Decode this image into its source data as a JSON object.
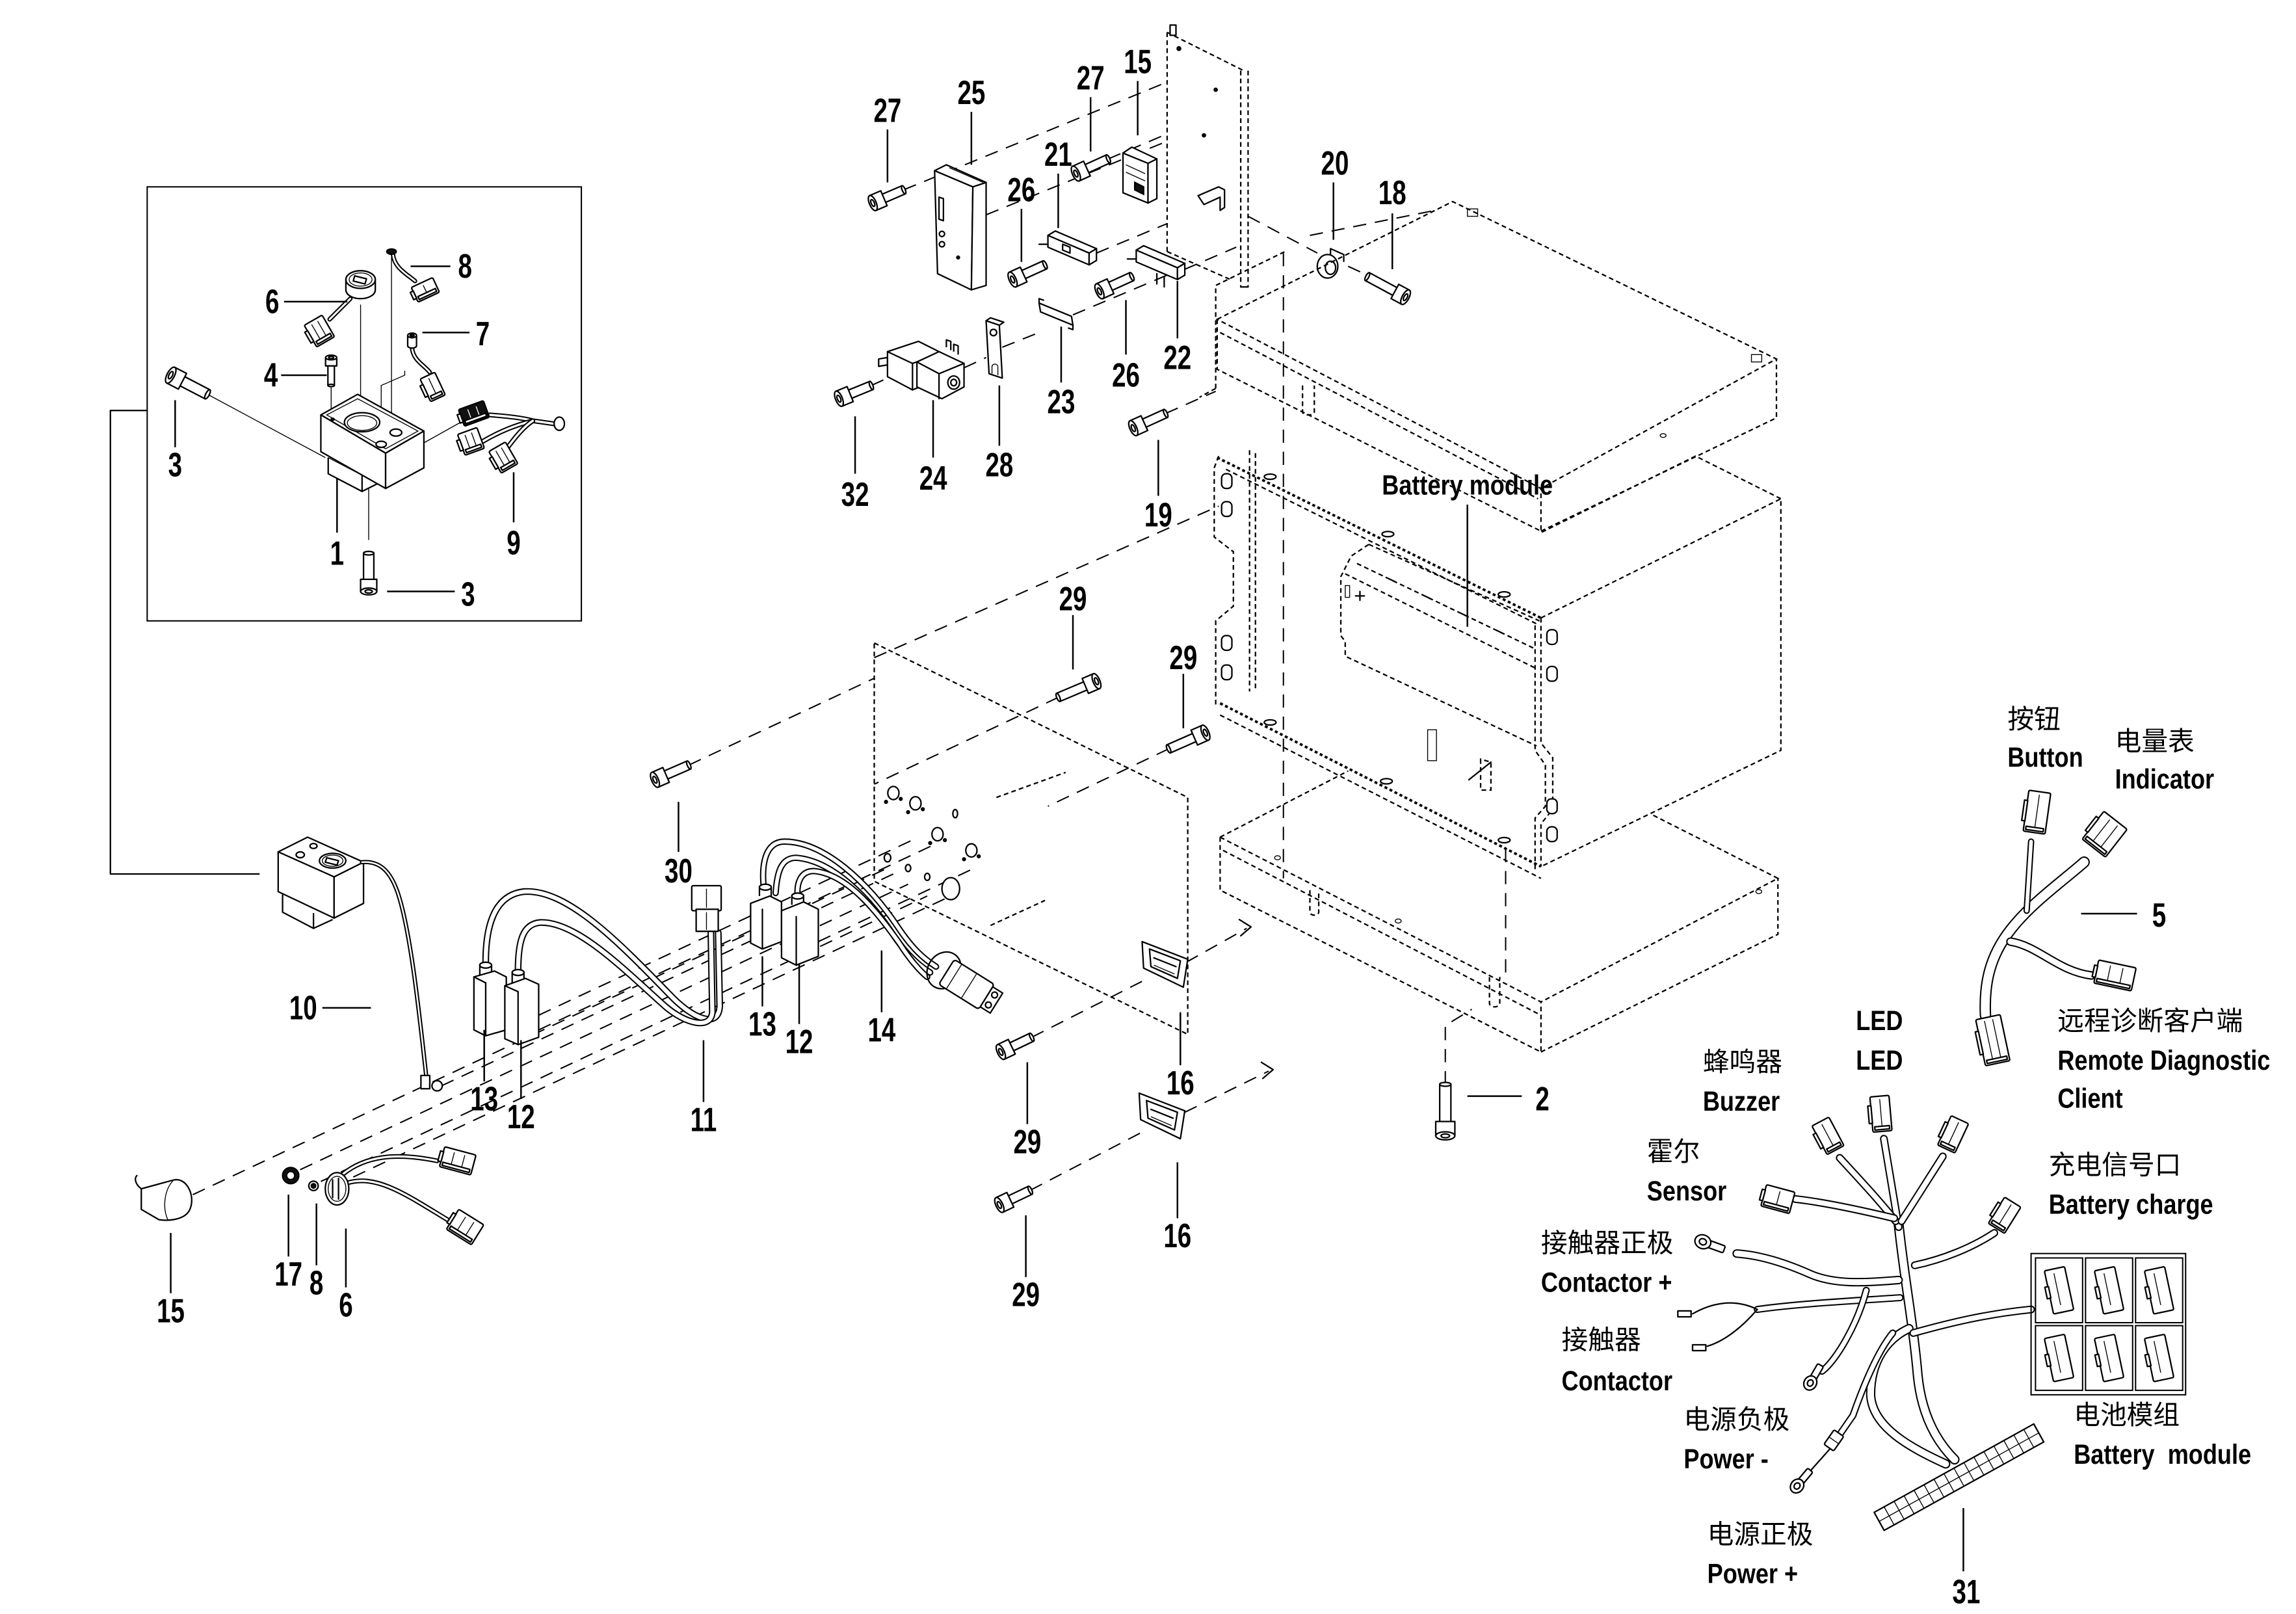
{
  "diagram": {
    "inset_callouts": [
      "8",
      "6",
      "7",
      "4",
      "3",
      "1",
      "9",
      "3"
    ],
    "upper_callouts": [
      "27",
      "25",
      "27",
      "15",
      "21",
      "26",
      "20",
      "18",
      "22",
      "26",
      "23",
      "24",
      "28",
      "32",
      "19"
    ],
    "lower_callouts": [
      "29",
      "29",
      "30",
      "10",
      "13",
      "12",
      "11",
      "13",
      "12",
      "14",
      "16",
      "29",
      "16",
      "29",
      "2",
      "15",
      "17",
      "8",
      "6",
      "5",
      "31"
    ],
    "battery_module_label": "Battery module",
    "harness_labels": [
      {
        "zh": "按钮",
        "en": "Button"
      },
      {
        "zh": "电量表",
        "en": "Indicator"
      },
      {
        "zh": "远程诊断客户端",
        "en": "Remote Diagnostic",
        "en2": "Client"
      },
      {
        "zh": "LED",
        "en": "LED"
      },
      {
        "zh": "蜂鸣器",
        "en": "Buzzer"
      },
      {
        "zh": "霍尔",
        "en": "Sensor"
      },
      {
        "zh": "充电信号口",
        "en": "Battery charge"
      },
      {
        "zh": "接触器正极",
        "en": "Contactor +"
      },
      {
        "zh": "接触器",
        "en": "Contactor"
      },
      {
        "zh": "电源负极",
        "en": "Power -"
      },
      {
        "zh": "电池模组",
        "en": "Battery  module"
      },
      {
        "zh": "电源正极",
        "en": "Power +"
      }
    ]
  },
  "palette": {
    "ink": "#000000",
    "paper": "#ffffff"
  }
}
